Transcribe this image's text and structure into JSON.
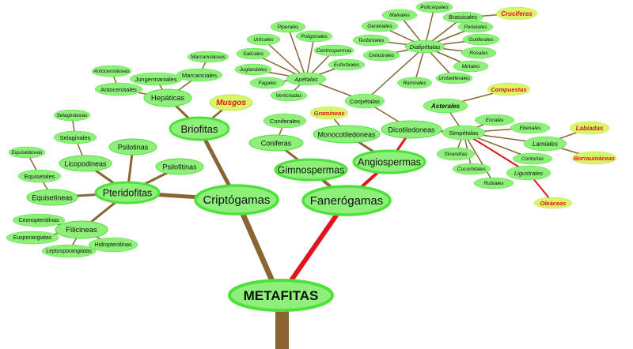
{
  "title": "METAFITAS",
  "colors": {
    "node_fill": "#8ef07a",
    "node_stroke": "#4de23a",
    "highlight_fill": "#d9f56a",
    "highlight_stroke": "#b8e84a",
    "highlight_text": "#e8101a",
    "branch_brown": "#8a6533",
    "branch_red": "#e0141a"
  },
  "nodes": [
    {
      "id": "metafitas",
      "label": "METAFITAS",
      "style": "root"
    },
    {
      "id": "criptogamas",
      "label": "Criptógamas",
      "style": "major"
    },
    {
      "id": "fanerogamas",
      "label": "Fanerógamas",
      "style": "major"
    },
    {
      "id": "briofitas",
      "label": "Briofitas",
      "style": "mid"
    },
    {
      "id": "pteridofitas",
      "label": "Pteridofitas",
      "style": "mid"
    },
    {
      "id": "gimnospermas",
      "label": "Gimnospermas",
      "style": "mid"
    },
    {
      "id": "angiospermas",
      "label": "Angiospermas",
      "style": "mid"
    },
    {
      "id": "musgos",
      "label": "Musgos",
      "style": "highlight"
    },
    {
      "id": "hepaticas",
      "label": "Hepáticas",
      "style": "small"
    },
    {
      "id": "antocerotales",
      "label": "Antocerotales",
      "style": "tiny"
    },
    {
      "id": "antocerotaceas",
      "label": "Antocerotáceas",
      "style": "tiny-it"
    },
    {
      "id": "jungermaniales",
      "label": "Jungermaniales",
      "style": "tiny"
    },
    {
      "id": "marcanciales",
      "label": "Marcanciales",
      "style": "tiny"
    },
    {
      "id": "marcanciaceas",
      "label": "Marcanciáceas",
      "style": "tiny-it"
    },
    {
      "id": "psilotinas",
      "label": "Psilotinas",
      "style": "small"
    },
    {
      "id": "psilofitinas",
      "label": "Psilofitinas",
      "style": "small"
    },
    {
      "id": "licopodineas",
      "label": "Licopodineas",
      "style": "small"
    },
    {
      "id": "selaginales",
      "label": "Selaginales",
      "style": "tiny"
    },
    {
      "id": "selaginaceas",
      "label": "Selagináceas",
      "style": "tiny-it"
    },
    {
      "id": "equisetineas",
      "label": "Equisetineas",
      "style": "small"
    },
    {
      "id": "equisetales",
      "label": "Equisetales",
      "style": "tiny"
    },
    {
      "id": "equisetaceas",
      "label": "Equisetáceas",
      "style": "tiny-it"
    },
    {
      "id": "filicineas",
      "label": "Filicineas",
      "style": "small"
    },
    {
      "id": "ceonopteridinas",
      "label": "Ceonopteridinas",
      "style": "tiny"
    },
    {
      "id": "eusporangiatas",
      "label": "Eusporangiatas",
      "style": "tiny"
    },
    {
      "id": "leptosporangiatas",
      "label": "Leptosporangiatas",
      "style": "tiny"
    },
    {
      "id": "hidropteridinas",
      "label": "Hidropteridinas",
      "style": "tiny"
    },
    {
      "id": "coniferas",
      "label": "Coniferas",
      "style": "small"
    },
    {
      "id": "coniferales",
      "label": "Coniferales",
      "style": "tiny"
    },
    {
      "id": "monocotiledoneas",
      "label": "Monocotiledoneas",
      "style": "small"
    },
    {
      "id": "gramineas",
      "label": "Gramineas",
      "style": "highlight-small"
    },
    {
      "id": "dicotiledoneas",
      "label": "Dicotiledoneas",
      "style": "small"
    },
    {
      "id": "coripetalas",
      "label": "Coripétalas",
      "style": "tiny"
    },
    {
      "id": "apetalas",
      "label": "Apétalas",
      "style": "tiny-it"
    },
    {
      "id": "piperales",
      "label": "Piperales",
      "style": "tiny-it"
    },
    {
      "id": "urticales",
      "label": "Urticales",
      "style": "tiny-it"
    },
    {
      "id": "poligonales",
      "label": "Poligonales",
      "style": "tiny-it"
    },
    {
      "id": "salicales",
      "label": "Salicales",
      "style": "tiny-it"
    },
    {
      "id": "centrospermas",
      "label": "Centrospermas",
      "style": "tiny-it"
    },
    {
      "id": "juglandales",
      "label": "Juglandales",
      "style": "tiny-it"
    },
    {
      "id": "euforbiales",
      "label": "Euforbiales",
      "style": "tiny-it"
    },
    {
      "id": "fagales",
      "label": "Fagales",
      "style": "tiny-it"
    },
    {
      "id": "verticiladas",
      "label": "Verticiladas",
      "style": "tiny-it"
    },
    {
      "id": "dialipetalas",
      "label": "Dialipétalas",
      "style": "tiny-it"
    },
    {
      "id": "malvales",
      "label": "Malvales",
      "style": "tiny-it"
    },
    {
      "id": "policarpales",
      "label": "Policarpales",
      "style": "tiny-it"
    },
    {
      "id": "brassicales",
      "label": "Brassicales",
      "style": "tiny"
    },
    {
      "id": "cruciferas",
      "label": "Cruciferas",
      "style": "highlight-small"
    },
    {
      "id": "geraniales",
      "label": "Geraniales",
      "style": "tiny-it"
    },
    {
      "id": "parietales",
      "label": "Parietales",
      "style": "tiny-it"
    },
    {
      "id": "terebintales",
      "label": "Teribintales",
      "style": "tiny-it"
    },
    {
      "id": "gutiferales",
      "label": "Gutiferales",
      "style": "tiny-it"
    },
    {
      "id": "celastrales",
      "label": "Celastrales",
      "style": "tiny-it"
    },
    {
      "id": "rosales",
      "label": "Rosales",
      "style": "tiny-it"
    },
    {
      "id": "mirtales",
      "label": "Mirtales",
      "style": "tiny-it"
    },
    {
      "id": "ramnales",
      "label": "Ramnales",
      "style": "tiny-it"
    },
    {
      "id": "umbeliferales",
      "label": "Umbeliferales",
      "style": "tiny-it"
    },
    {
      "id": "simpetalas",
      "label": "Simpétalas",
      "style": "tiny"
    },
    {
      "id": "asterales",
      "label": "Asterales",
      "style": "tiny-it-b"
    },
    {
      "id": "compuestas",
      "label": "Compuestas",
      "style": "highlight-small"
    },
    {
      "id": "ericales",
      "label": "Ericales",
      "style": "tiny-it"
    },
    {
      "id": "ebenales",
      "label": "Ebenales",
      "style": "tiny-it"
    },
    {
      "id": "lamiales",
      "label": "Lamiales",
      "style": "small-it"
    },
    {
      "id": "labiadas",
      "label": "Labiadas",
      "style": "highlight-small"
    },
    {
      "id": "borrauinaceas",
      "label": "Borrauináceas",
      "style": "highlight-small"
    },
    {
      "id": "sinandras",
      "label": "Sinandras",
      "style": "tiny-it"
    },
    {
      "id": "contortas",
      "label": "Contortas",
      "style": "tiny-it"
    },
    {
      "id": "cucurbitales",
      "label": "Cucurbitales",
      "style": "tiny-it"
    },
    {
      "id": "ligustrales",
      "label": "Ligustrales",
      "style": "small-it"
    },
    {
      "id": "rubiales",
      "label": "Rubiales",
      "style": "tiny-it"
    },
    {
      "id": "oleaceas",
      "label": "Oleáceas",
      "style": "highlight-small"
    }
  ],
  "edges": [
    {
      "from": "metafitas",
      "to": "criptogamas",
      "color": "brown"
    },
    {
      "from": "metafitas",
      "to": "fanerogamas",
      "color": "red"
    },
    {
      "from": "criptogamas",
      "to": "briofitas",
      "color": "brown"
    },
    {
      "from": "criptogamas",
      "to": "pteridofitas",
      "color": "brown"
    },
    {
      "from": "briofitas",
      "to": "musgos",
      "color": "brown"
    },
    {
      "from": "briofitas",
      "to": "hepaticas",
      "color": "brown"
    },
    {
      "from": "hepaticas",
      "to": "antocerotales",
      "color": "brown"
    },
    {
      "from": "antocerotales",
      "to": "antocerotaceas",
      "color": "brown"
    },
    {
      "from": "hepaticas",
      "to": "jungermaniales",
      "color": "brown"
    },
    {
      "from": "hepaticas",
      "to": "marcanciales",
      "color": "brown"
    },
    {
      "from": "marcanciales",
      "to": "marcanciaceas",
      "color": "brown"
    },
    {
      "from": "pteridofitas",
      "to": "psilotinas",
      "color": "brown"
    },
    {
      "from": "pteridofitas",
      "to": "psilofitinas",
      "color": "brown"
    },
    {
      "from": "pteridofitas",
      "to": "licopodineas",
      "color": "brown"
    },
    {
      "from": "licopodineas",
      "to": "selaginales",
      "color": "brown"
    },
    {
      "from": "selaginales",
      "to": "selaginaceas",
      "color": "brown"
    },
    {
      "from": "pteridofitas",
      "to": "equisetineas",
      "color": "brown"
    },
    {
      "from": "equisetineas",
      "to": "equisetales",
      "color": "brown"
    },
    {
      "from": "equisetales",
      "to": "equisetaceas",
      "color": "brown"
    },
    {
      "from": "pteridofitas",
      "to": "filicineas",
      "color": "brown"
    },
    {
      "from": "filicineas",
      "to": "ceonopteridinas",
      "color": "brown"
    },
    {
      "from": "filicineas",
      "to": "eusporangiatas",
      "color": "brown"
    },
    {
      "from": "filicineas",
      "to": "leptosporangiatas",
      "color": "brown"
    },
    {
      "from": "filicineas",
      "to": "hidropteridinas",
      "color": "brown"
    },
    {
      "from": "fanerogamas",
      "to": "gimnospermas",
      "color": "brown"
    },
    {
      "from": "fanerogamas",
      "to": "angiospermas",
      "color": "red"
    },
    {
      "from": "gimnospermas",
      "to": "coniferas",
      "color": "brown"
    },
    {
      "from": "coniferas",
      "to": "coniferales",
      "color": "brown"
    },
    {
      "from": "angiospermas",
      "to": "monocotiledoneas",
      "color": "brown"
    },
    {
      "from": "monocotiledoneas",
      "to": "gramineas",
      "color": "brown"
    },
    {
      "from": "angiospermas",
      "to": "dicotiledoneas",
      "color": "red"
    },
    {
      "from": "dicotiledoneas",
      "to": "coripetalas",
      "color": "brown"
    },
    {
      "from": "dicotiledoneas",
      "to": "simpetalas",
      "color": "red"
    },
    {
      "from": "coripetalas",
      "to": "apetalas",
      "color": "brown"
    },
    {
      "from": "coripetalas",
      "to": "dialipetalas",
      "color": "brown"
    },
    {
      "from": "apetalas",
      "to": "piperales",
      "color": "brown"
    },
    {
      "from": "apetalas",
      "to": "urticales",
      "color": "brown"
    },
    {
      "from": "apetalas",
      "to": "poligonales",
      "color": "brown"
    },
    {
      "from": "apetalas",
      "to": "salicales",
      "color": "brown"
    },
    {
      "from": "apetalas",
      "to": "centrospermas",
      "color": "brown"
    },
    {
      "from": "apetalas",
      "to": "juglandales",
      "color": "brown"
    },
    {
      "from": "apetalas",
      "to": "euforbiales",
      "color": "brown"
    },
    {
      "from": "apetalas",
      "to": "fagales",
      "color": "brown"
    },
    {
      "from": "apetalas",
      "to": "verticiladas",
      "color": "brown"
    },
    {
      "from": "dialipetalas",
      "to": "malvales",
      "color": "brown"
    },
    {
      "from": "dialipetalas",
      "to": "policarpales",
      "color": "brown"
    },
    {
      "from": "dialipetalas",
      "to": "brassicales",
      "color": "brown"
    },
    {
      "from": "brassicales",
      "to": "cruciferas",
      "color": "brown"
    },
    {
      "from": "dialipetalas",
      "to": "geraniales",
      "color": "brown"
    },
    {
      "from": "dialipetalas",
      "to": "parietales",
      "color": "brown"
    },
    {
      "from": "dialipetalas",
      "to": "terebintales",
      "color": "brown"
    },
    {
      "from": "dialipetalas",
      "to": "gutiferales",
      "color": "brown"
    },
    {
      "from": "dialipetalas",
      "to": "celastrales",
      "color": "brown"
    },
    {
      "from": "dialipetalas",
      "to": "rosales",
      "color": "brown"
    },
    {
      "from": "dialipetalas",
      "to": "mirtales",
      "color": "brown"
    },
    {
      "from": "dialipetalas",
      "to": "ramnales",
      "color": "brown"
    },
    {
      "from": "dialipetalas",
      "to": "umbeliferales",
      "color": "brown"
    },
    {
      "from": "simpetalas",
      "to": "asterales",
      "color": "brown"
    },
    {
      "from": "asterales",
      "to": "compuestas",
      "color": "brown"
    },
    {
      "from": "simpetalas",
      "to": "ericales",
      "color": "brown"
    },
    {
      "from": "simpetalas",
      "to": "ebenales",
      "color": "brown"
    },
    {
      "from": "simpetalas",
      "to": "lamiales",
      "color": "brown"
    },
    {
      "from": "lamiales",
      "to": "labiadas",
      "color": "brown"
    },
    {
      "from": "lamiales",
      "to": "borrauinaceas",
      "color": "brown"
    },
    {
      "from": "simpetalas",
      "to": "sinandras",
      "color": "brown"
    },
    {
      "from": "simpetalas",
      "to": "contortas",
      "color": "brown"
    },
    {
      "from": "simpetalas",
      "to": "cucurbitales",
      "color": "brown"
    },
    {
      "from": "simpetalas",
      "to": "ligustrales",
      "color": "red"
    },
    {
      "from": "simpetalas",
      "to": "rubiales",
      "color": "brown"
    },
    {
      "from": "ligustrales",
      "to": "oleaceas",
      "color": "red"
    }
  ]
}
